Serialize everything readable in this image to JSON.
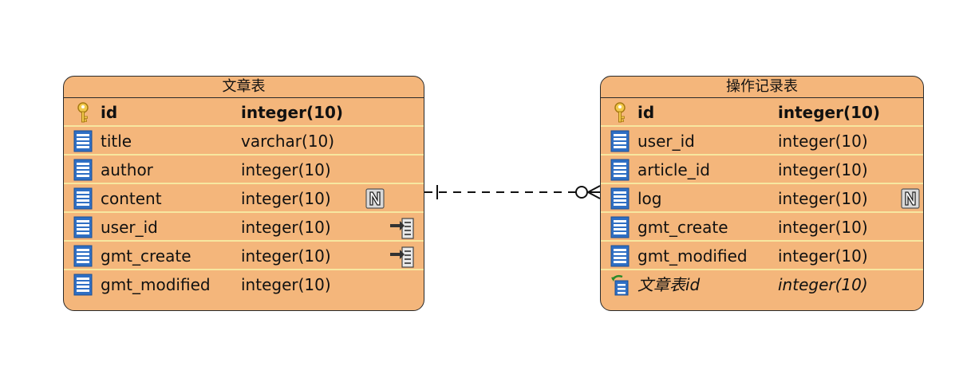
{
  "entities": [
    {
      "title": "文章表",
      "fields": [
        {
          "name": "id",
          "type": "integer(10)",
          "kind": "pk"
        },
        {
          "name": "title",
          "type": "varchar(10)",
          "kind": "col"
        },
        {
          "name": "author",
          "type": "integer(10)",
          "kind": "col"
        },
        {
          "name": "content",
          "type": "integer(10)",
          "kind": "col",
          "badge": "N"
        },
        {
          "name": "user_id",
          "type": "integer(10)",
          "kind": "col",
          "badge": "link"
        },
        {
          "name": "gmt_create",
          "type": "integer(10)",
          "kind": "col",
          "badge": "link"
        },
        {
          "name": "gmt_modified",
          "type": "integer(10)",
          "kind": "col"
        }
      ]
    },
    {
      "title": "操作记录表",
      "fields": [
        {
          "name": "id",
          "type": "integer(10)",
          "kind": "pk"
        },
        {
          "name": "user_id",
          "type": "integer(10)",
          "kind": "col"
        },
        {
          "name": "article_id",
          "type": "integer(10)",
          "kind": "col"
        },
        {
          "name": "log",
          "type": "integer(10)",
          "kind": "col",
          "badge": "N"
        },
        {
          "name": "gmt_create",
          "type": "integer(10)",
          "kind": "col"
        },
        {
          "name": "gmt_modified",
          "type": "integer(10)",
          "kind": "col"
        },
        {
          "name": "文章表id",
          "type": "integer(10)",
          "kind": "fk"
        }
      ]
    }
  ],
  "relationship": {
    "from_cardinality": "one",
    "to_cardinality": "zero-or-many",
    "line_style": "dashed"
  },
  "colors": {
    "entity_fill": "#f4b67b",
    "row_separator": "#f7e7a0",
    "border": "#2a2a2a"
  }
}
